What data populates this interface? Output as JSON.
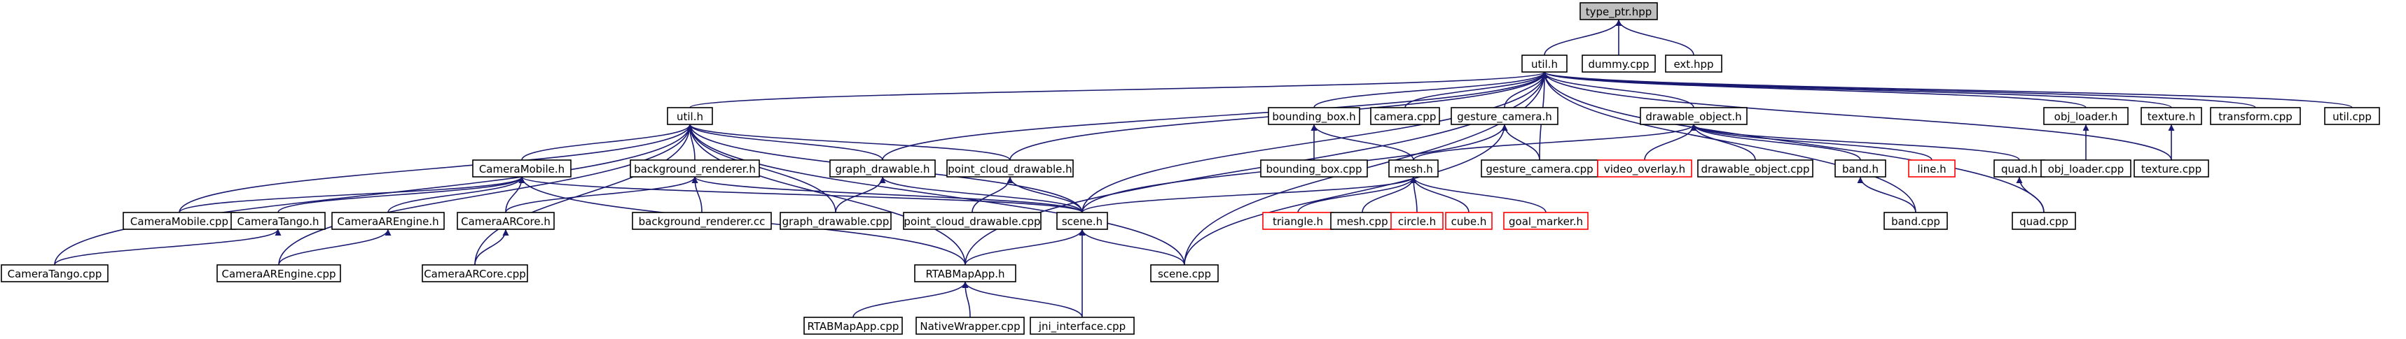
{
  "nodes": [
    {
      "id": "type_ptr",
      "label": "type_ptr.hpp",
      "style": "gray"
    },
    {
      "id": "util_h",
      "label": "util.h",
      "style": "normal"
    },
    {
      "id": "dummy_cpp",
      "label": "dummy.cpp",
      "style": "normal"
    },
    {
      "id": "ext_hpp",
      "label": "ext.hpp",
      "style": "normal"
    },
    {
      "id": "util_h2",
      "label": "util.h",
      "style": "normal"
    },
    {
      "id": "bounding_box_h",
      "label": "bounding_box.h",
      "style": "normal"
    },
    {
      "id": "camera_cpp",
      "label": "camera.cpp",
      "style": "normal"
    },
    {
      "id": "gesture_camera_h",
      "label": "gesture_camera.h",
      "style": "normal"
    },
    {
      "id": "drawable_object_h",
      "label": "drawable_object.h",
      "style": "normal"
    },
    {
      "id": "obj_loader_h",
      "label": "obj_loader.h",
      "style": "normal"
    },
    {
      "id": "texture_h",
      "label": "texture.h",
      "style": "normal"
    },
    {
      "id": "transform_cpp",
      "label": "transform.cpp",
      "style": "normal"
    },
    {
      "id": "util_cpp",
      "label": "util.cpp",
      "style": "normal"
    },
    {
      "id": "CameraMobile_h",
      "label": "CameraMobile.h",
      "style": "normal"
    },
    {
      "id": "background_renderer_h",
      "label": "background_renderer.h",
      "style": "normal"
    },
    {
      "id": "graph_drawable_h",
      "label": "graph_drawable.h",
      "style": "normal"
    },
    {
      "id": "point_cloud_drawable_h",
      "label": "point_cloud_drawable.h",
      "style": "normal"
    },
    {
      "id": "bounding_box_cpp",
      "label": "bounding_box.cpp",
      "style": "normal"
    },
    {
      "id": "mesh_h",
      "label": "mesh.h",
      "style": "normal"
    },
    {
      "id": "gesture_camera_cpp",
      "label": "gesture_camera.cpp",
      "style": "normal"
    },
    {
      "id": "video_overlay_h",
      "label": "video_overlay.h",
      "style": "red"
    },
    {
      "id": "drawable_object_cpp",
      "label": "drawable_object.cpp",
      "style": "normal"
    },
    {
      "id": "band_h",
      "label": "band.h",
      "style": "normal"
    },
    {
      "id": "line_h",
      "label": "line.h",
      "style": "red"
    },
    {
      "id": "quad_h",
      "label": "quad.h",
      "style": "normal"
    },
    {
      "id": "obj_loader_cpp",
      "label": "obj_loader.cpp",
      "style": "normal"
    },
    {
      "id": "texture_cpp",
      "label": "texture.cpp",
      "style": "normal"
    },
    {
      "id": "CameraMobile_cpp",
      "label": "CameraMobile.cpp",
      "style": "normal"
    },
    {
      "id": "CameraTango_h",
      "label": "CameraTango.h",
      "style": "normal"
    },
    {
      "id": "CameraAREngine_h",
      "label": "CameraAREngine.h",
      "style": "normal"
    },
    {
      "id": "CameraARCore_h",
      "label": "CameraARCore.h",
      "style": "normal"
    },
    {
      "id": "background_renderer_cc",
      "label": "background_renderer.cc",
      "style": "normal"
    },
    {
      "id": "graph_drawable_cpp",
      "label": "graph_drawable.cpp",
      "style": "normal"
    },
    {
      "id": "point_cloud_drawable_cpp",
      "label": "point_cloud_drawable.cpp",
      "style": "normal"
    },
    {
      "id": "scene_h",
      "label": "scene.h",
      "style": "normal"
    },
    {
      "id": "triangle_h",
      "label": "triangle.h",
      "style": "red"
    },
    {
      "id": "mesh_cpp",
      "label": "mesh.cpp",
      "style": "normal"
    },
    {
      "id": "circle_h",
      "label": "circle.h",
      "style": "red"
    },
    {
      "id": "cube_h",
      "label": "cube.h",
      "style": "red"
    },
    {
      "id": "goal_marker_h",
      "label": "goal_marker.h",
      "style": "red"
    },
    {
      "id": "band_cpp",
      "label": "band.cpp",
      "style": "normal"
    },
    {
      "id": "quad_cpp",
      "label": "quad.cpp",
      "style": "normal"
    },
    {
      "id": "CameraTango_cpp",
      "label": "CameraTango.cpp",
      "style": "normal"
    },
    {
      "id": "CameraAREngine_cpp",
      "label": "CameraAREngine.cpp",
      "style": "normal"
    },
    {
      "id": "CameraARCore_cpp",
      "label": "CameraARCore.cpp",
      "style": "normal"
    },
    {
      "id": "RTABMapApp_h",
      "label": "RTABMapApp.h",
      "style": "normal"
    },
    {
      "id": "scene_cpp",
      "label": "scene.cpp",
      "style": "normal"
    },
    {
      "id": "RTABMapApp_cpp",
      "label": "RTABMapApp.cpp",
      "style": "normal"
    },
    {
      "id": "NativeWrapper_cpp",
      "label": "NativeWrapper.cpp",
      "style": "normal"
    },
    {
      "id": "jni_interface_cpp",
      "label": "jni_interface.cpp",
      "style": "normal"
    }
  ],
  "edges": [
    [
      "type_ptr",
      "util_h"
    ],
    [
      "type_ptr",
      "dummy_cpp"
    ],
    [
      "type_ptr",
      "ext_hpp"
    ],
    [
      "util_h",
      "util_h2"
    ],
    [
      "util_h",
      "bounding_box_h"
    ],
    [
      "util_h",
      "camera_cpp"
    ],
    [
      "util_h",
      "gesture_camera_h"
    ],
    [
      "util_h",
      "drawable_object_h"
    ],
    [
      "util_h",
      "obj_loader_h"
    ],
    [
      "util_h",
      "texture_h"
    ],
    [
      "util_h",
      "transform_cpp"
    ],
    [
      "util_h",
      "util_cpp"
    ],
    [
      "util_h",
      "graph_drawable_h"
    ],
    [
      "util_h",
      "point_cloud_drawable_h"
    ],
    [
      "util_h",
      "scene_h"
    ],
    [
      "util_h",
      "RTABMapApp_h"
    ],
    [
      "util_h",
      "scene_cpp"
    ],
    [
      "util_h",
      "gesture_camera_cpp"
    ],
    [
      "util_h",
      "band_cpp"
    ],
    [
      "util_h",
      "quad_cpp"
    ],
    [
      "util_h",
      "texture_cpp"
    ],
    [
      "util_h2",
      "CameraMobile_h"
    ],
    [
      "util_h2",
      "background_renderer_h"
    ],
    [
      "util_h2",
      "graph_drawable_h"
    ],
    [
      "util_h2",
      "point_cloud_drawable_h"
    ],
    [
      "util_h2",
      "CameraMobile_cpp"
    ],
    [
      "util_h2",
      "CameraTango_cpp"
    ],
    [
      "util_h2",
      "CameraAREngine_cpp"
    ],
    [
      "util_h2",
      "CameraARCore_cpp"
    ],
    [
      "util_h2",
      "RTABMapApp_h"
    ],
    [
      "util_h2",
      "scene_h"
    ],
    [
      "util_h2",
      "scene_cpp"
    ],
    [
      "util_h2",
      "graph_drawable_cpp"
    ],
    [
      "bounding_box_h",
      "bounding_box_cpp"
    ],
    [
      "bounding_box_h",
      "mesh_h"
    ],
    [
      "gesture_camera_h",
      "gesture_camera_cpp"
    ],
    [
      "gesture_camera_h",
      "scene_h"
    ],
    [
      "gesture_camera_h",
      "scene_cpp"
    ],
    [
      "drawable_object_h",
      "mesh_h"
    ],
    [
      "drawable_object_h",
      "video_overlay_h"
    ],
    [
      "drawable_object_h",
      "drawable_object_cpp"
    ],
    [
      "drawable_object_h",
      "band_h"
    ],
    [
      "drawable_object_h",
      "line_h"
    ],
    [
      "drawable_object_h",
      "quad_h"
    ],
    [
      "obj_loader_h",
      "obj_loader_cpp"
    ],
    [
      "texture_h",
      "texture_cpp"
    ],
    [
      "CameraMobile_h",
      "CameraMobile_cpp"
    ],
    [
      "CameraMobile_h",
      "CameraTango_h"
    ],
    [
      "CameraMobile_h",
      "CameraAREngine_h"
    ],
    [
      "CameraMobile_h",
      "CameraARCore_h"
    ],
    [
      "CameraMobile_h",
      "scene_h"
    ],
    [
      "CameraMobile_h",
      "RTABMapApp_h"
    ],
    [
      "background_renderer_h",
      "CameraARCore_h"
    ],
    [
      "background_renderer_h",
      "background_renderer_cc"
    ],
    [
      "background_renderer_h",
      "scene_h"
    ],
    [
      "graph_drawable_h",
      "graph_drawable_cpp"
    ],
    [
      "graph_drawable_h",
      "scene_h"
    ],
    [
      "point_cloud_drawable_h",
      "point_cloud_drawable_cpp"
    ],
    [
      "point_cloud_drawable_h",
      "scene_h"
    ],
    [
      "mesh_h",
      "triangle_h"
    ],
    [
      "mesh_h",
      "mesh_cpp"
    ],
    [
      "mesh_h",
      "circle_h"
    ],
    [
      "mesh_h",
      "cube_h"
    ],
    [
      "mesh_h",
      "goal_marker_h"
    ],
    [
      "mesh_h",
      "scene_h"
    ],
    [
      "band_h",
      "band_cpp"
    ],
    [
      "quad_h",
      "quad_cpp"
    ],
    [
      "CameraTango_h",
      "CameraTango_cpp"
    ],
    [
      "CameraAREngine_h",
      "CameraAREngine_cpp"
    ],
    [
      "CameraARCore_h",
      "CameraARCore_cpp"
    ],
    [
      "scene_h",
      "RTABMapApp_h"
    ],
    [
      "scene_h",
      "scene_cpp"
    ],
    [
      "scene_h",
      "jni_interface_cpp"
    ],
    [
      "RTABMapApp_h",
      "RTABMapApp_cpp"
    ],
    [
      "RTABMapApp_h",
      "NativeWrapper_cpp"
    ],
    [
      "RTABMapApp_h",
      "jni_interface_cpp"
    ]
  ]
}
